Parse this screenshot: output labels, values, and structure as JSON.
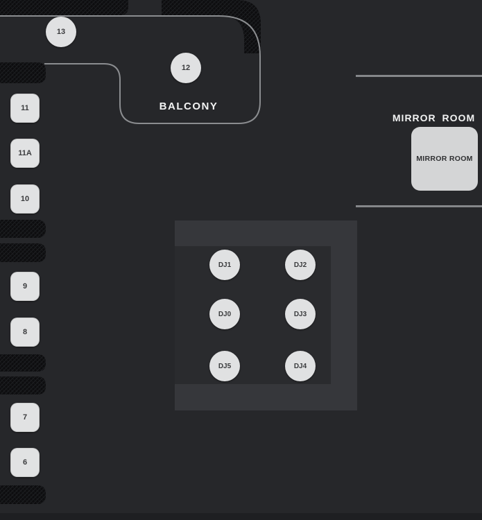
{
  "map": {
    "balcony_label": "BALCONY",
    "mirror_room_heading": "MIRROR ROOM",
    "mirror_room_box_label": "MIRROR ROOM"
  },
  "tables": [
    {
      "label": "13"
    },
    {
      "label": "12"
    },
    {
      "label": "11"
    },
    {
      "label": "11A"
    },
    {
      "label": "10"
    },
    {
      "label": "9"
    },
    {
      "label": "8"
    },
    {
      "label": "7"
    },
    {
      "label": "6"
    }
  ],
  "dj_booths": [
    {
      "label": "DJ1"
    },
    {
      "label": "DJ2"
    },
    {
      "label": "DJ0"
    },
    {
      "label": "DJ3"
    },
    {
      "label": "DJ5"
    },
    {
      "label": "DJ4"
    }
  ],
  "colors": {
    "background": "#26272a",
    "wall_hatch": "#0d0d0f",
    "rail_outline": "#8b8d90",
    "mirror_wall_line": "#85878a",
    "seat_fill": "#e1e2e3",
    "stage_fill": "#36373b",
    "stage_inner_fill": "#2a2b2e",
    "mirror_box_fill": "#d4d5d6",
    "bottom_strip": "#1e1f22"
  }
}
